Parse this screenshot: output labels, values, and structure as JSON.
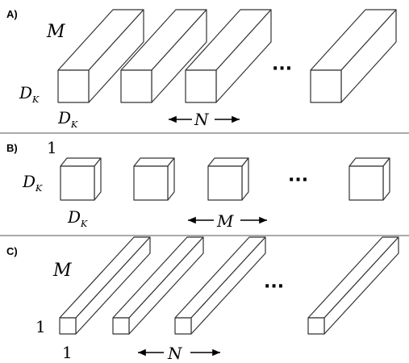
{
  "panels": [
    {
      "tag": "A)",
      "top_label": "M",
      "side_label": "D",
      "side_sub": "K",
      "bottom_label": "D",
      "bottom_sub": "K",
      "count_label": "N",
      "ellipsis": "···"
    },
    {
      "tag": "B)",
      "top_label": "1",
      "side_label": "D",
      "side_sub": "K",
      "bottom_label": "D",
      "bottom_sub": "K",
      "count_label": "M",
      "ellipsis": "···"
    },
    {
      "tag": "C)",
      "top_label": "M",
      "side_label": "1",
      "bottom_label": "1",
      "count_label": "N",
      "ellipsis": "···"
    }
  ]
}
